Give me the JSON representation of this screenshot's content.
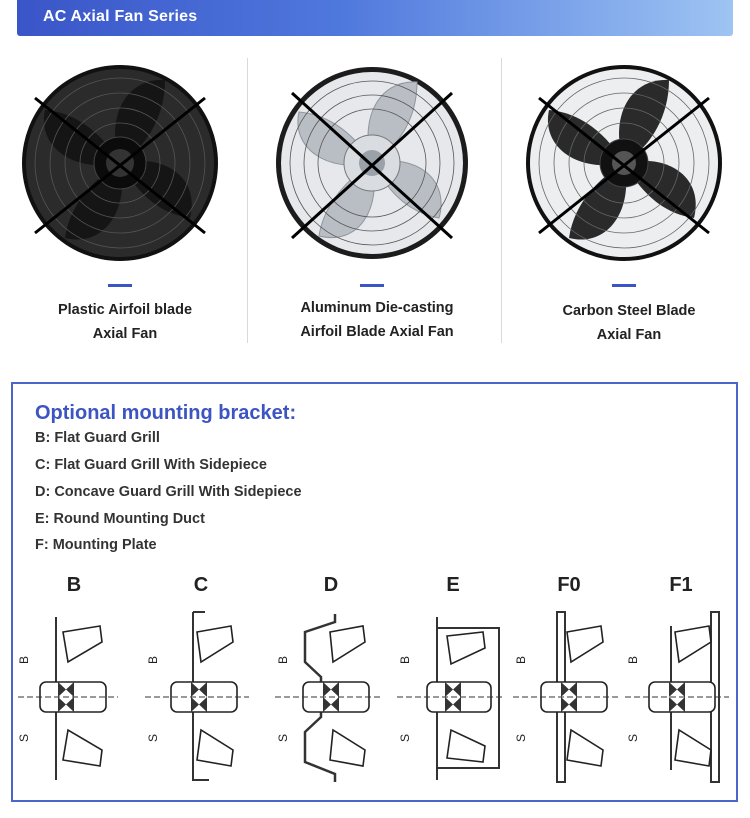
{
  "header": {
    "title": "AC Axial Fan Series"
  },
  "products": [
    {
      "line1": "Plastic Airfoil blade",
      "line2": "Axial Fan",
      "blade_color": "#1e1e1e"
    },
    {
      "line1": "Aluminum Die-casting",
      "line2": "Airfoil Blade Axial Fan",
      "blade_color": "#c9cdd2"
    },
    {
      "line1": "Carbon Steel Blade",
      "line2": "Axial Fan",
      "blade_color": "#2a2a2a"
    }
  ],
  "bracket": {
    "title": "Optional mounting bracket:",
    "options": [
      "B: Flat Guard Grill",
      "C: Flat Guard Grill With Sidepiece",
      "D: Concave Guard Grill With Sidepiece",
      "E: Round Mounting Duct",
      "F: Mounting Plate"
    ],
    "diagrams": [
      "B",
      "C",
      "D",
      "E",
      "F0",
      "F1"
    ],
    "dim_b": "B",
    "dim_s": "S"
  },
  "colors": {
    "accent": "#3d55c2",
    "banner_start": "#3a55c8",
    "banner_end": "#9ec4f3"
  }
}
